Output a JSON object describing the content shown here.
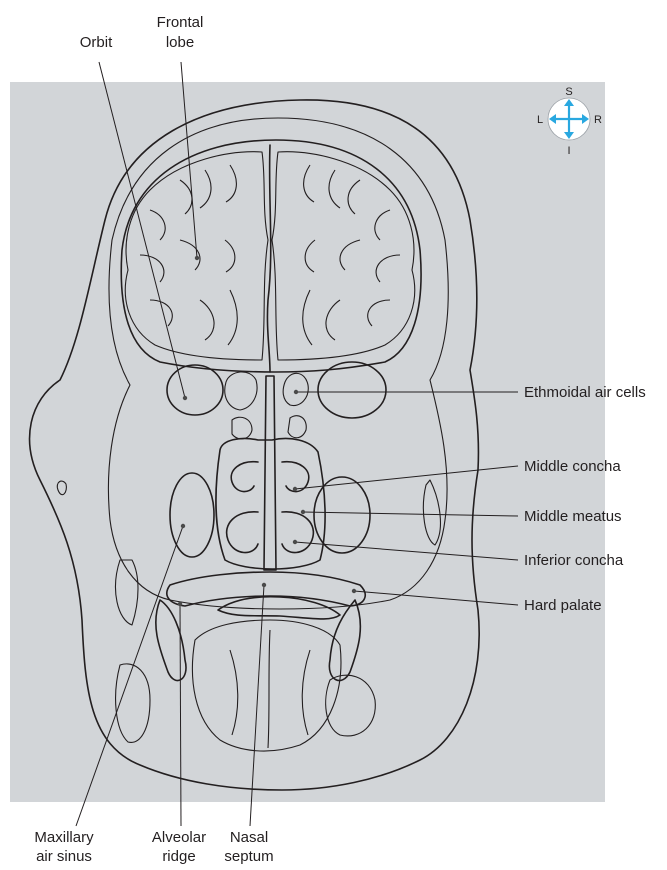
{
  "labels": {
    "frontal_lobe_line1": "Frontal",
    "frontal_lobe_line2": "lobe",
    "orbit": "Orbit",
    "ethmoidal_air_cells": "Ethmoidal air cells",
    "middle_concha": "Middle concha",
    "middle_meatus": "Middle meatus",
    "inferior_concha": "Inferior concha",
    "hard_palate": "Hard palate",
    "maxillary_line1": "Maxillary",
    "maxillary_line2": "air sinus",
    "alveolar_line1": "Alveolar",
    "alveolar_line2": "ridge",
    "nasal_line1": "Nasal",
    "nasal_line2": "septum"
  },
  "orientation": {
    "superior": "S",
    "inferior": "I",
    "left": "L",
    "right": "R"
  },
  "colors": {
    "background_panel": "#d2d5d8",
    "tissue": "#fbf7d6",
    "ink": "#231f20",
    "arrow": "#29a8e0"
  }
}
